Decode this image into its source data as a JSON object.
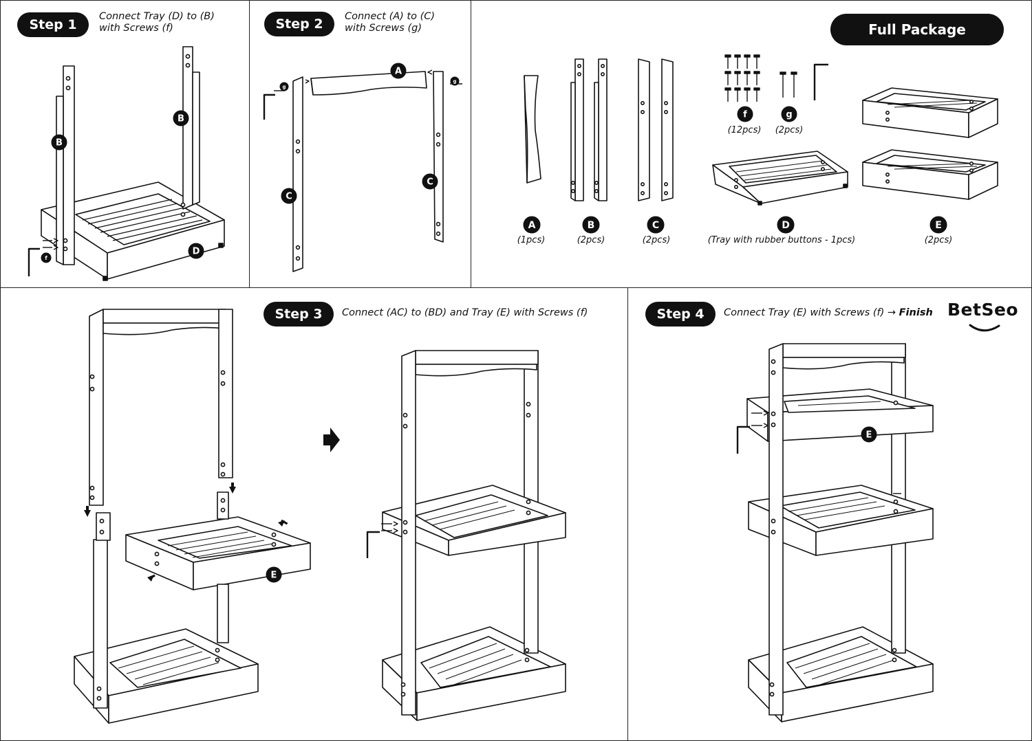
{
  "full_package": {
    "title": "Full Package",
    "parts": [
      {
        "letter": "A",
        "qty": "(1pcs)"
      },
      {
        "letter": "B",
        "qty": "(2pcs)"
      },
      {
        "letter": "C",
        "qty": "(2pcs)"
      },
      {
        "letter": "D",
        "qty": "(Tray with rubber buttons - 1pcs)"
      },
      {
        "letter": "E",
        "qty": "(2pcs)"
      }
    ],
    "screws": [
      {
        "letter": "f",
        "qty": "(12pcs)"
      },
      {
        "letter": "g",
        "qty": "(2pcs)"
      }
    ]
  },
  "steps": [
    {
      "label": "Step 1",
      "line1": "Connect Tray (D) to (B)",
      "line2": "with Screws (f)"
    },
    {
      "label": "Step 2",
      "line1": "Connect (A) to (C)",
      "line2": "with Screws (g)"
    },
    {
      "label": "Step 3",
      "line1": "Connect (AC) to (BD) and Tray (E) with Screws (f)"
    },
    {
      "label": "Step 4",
      "line1": "Connect Tray (E) with Screws (f) → ",
      "finish": "Finish"
    }
  ],
  "brand": "BetSeo",
  "labels": {
    "A": "A",
    "B": "B",
    "C": "C",
    "D": "D",
    "E": "E",
    "f": "f",
    "g": "g"
  }
}
